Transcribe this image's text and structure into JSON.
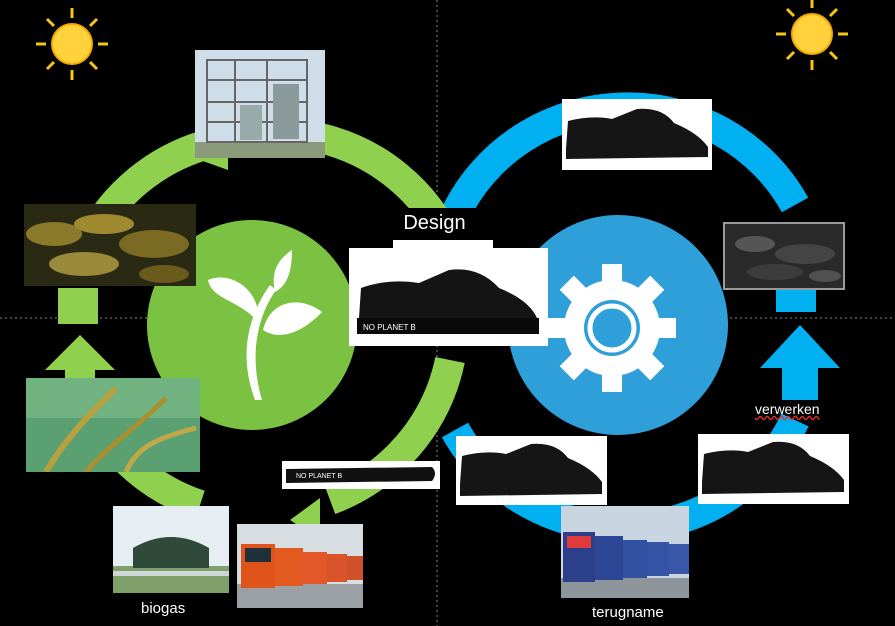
{
  "labels": {
    "design": "Design",
    "biogas": "biogas",
    "terugname": "terugname",
    "verwerken": "verwerken"
  },
  "shoe_brand": "NO PLANET B",
  "colors": {
    "background": "#000000",
    "green_cycle": "#8FD14F",
    "green_circle": "#7CC242",
    "blue_cycle": "#00B0F0",
    "blue_circle": "#2E9FD9",
    "sun": "#FFD23C"
  },
  "icons": [
    "sun-icon",
    "plant-sprout-icon",
    "gear-icon"
  ]
}
